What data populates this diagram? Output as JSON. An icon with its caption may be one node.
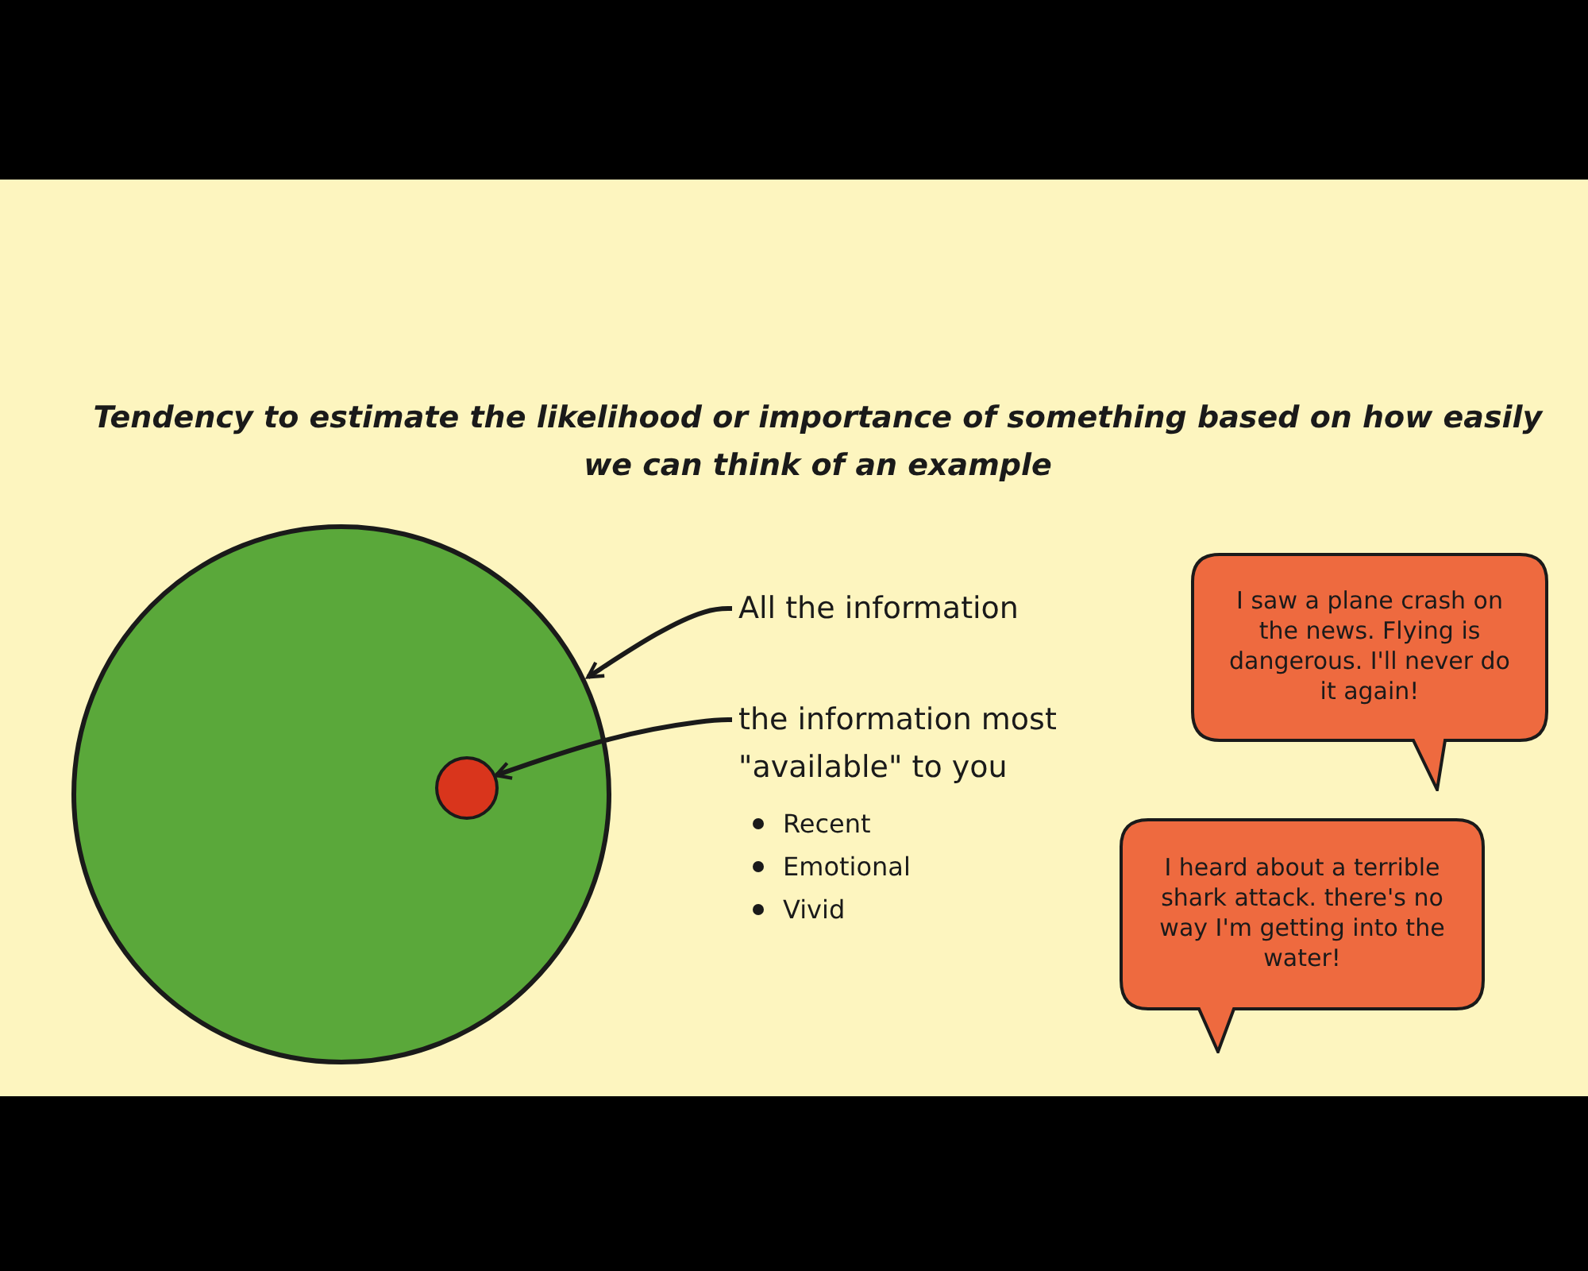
{
  "diagram": {
    "title": "Tendency to estimate the likelihood or importance of something based on how easily we can think of an example",
    "nodes": [
      {
        "text": [],
        "shape": "circle"
      },
      {
        "text": [],
        "shape": "circle",
        "in": 0
      },
      {
        "text": [
          "All the information"
        ]
      },
      {
        "text": [
          "the information most \"available\" to you"
        ]
      },
      {
        "text": [
          "I saw a plane crash on the news. Flying is dangerous. I'll never do it again!"
        ]
      },
      {
        "text": [
          "I heard about a terrible shark attack. there's no way I'm getting into the water!"
        ]
      }
    ],
    "edges": [
      {
        "from": 2,
        "to": 0,
        "arrow": "to"
      },
      {
        "from": 3,
        "to": 1,
        "arrow": "to"
      }
    ],
    "labels": [
      "Recent",
      "Emotional",
      "Vivid"
    ]
  }
}
